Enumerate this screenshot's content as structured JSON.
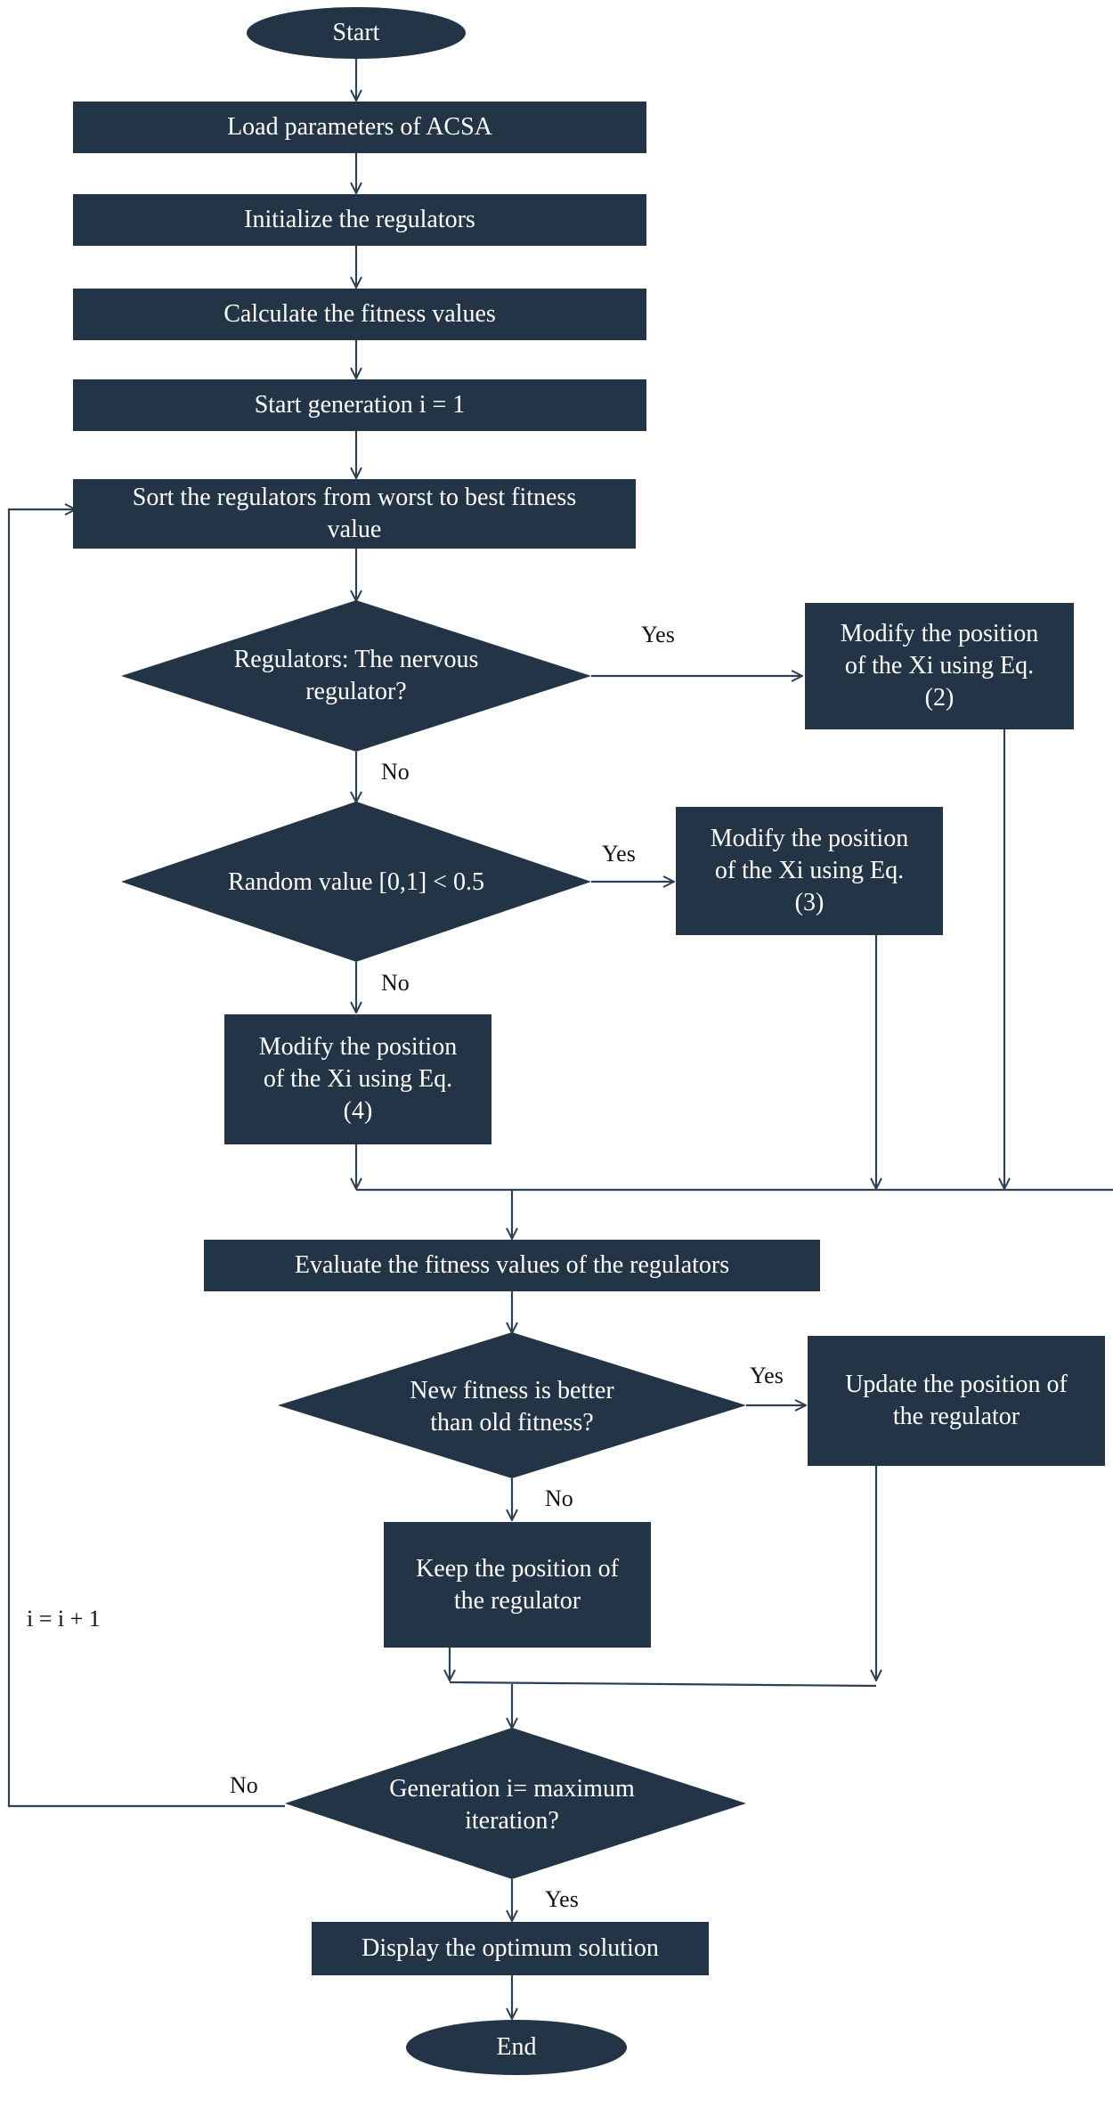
{
  "colors": {
    "node_fill": "#223446",
    "line": "#2e4052",
    "node_text": "#ffffff",
    "label_text": "#111111"
  },
  "nodes": {
    "start": "Start",
    "load_params": "Load parameters of ACSA",
    "init_regulators": "Initialize the regulators",
    "calc_fitness": "Calculate the fitness values",
    "start_generation": "Start generation i = 1",
    "sort_regulators": "Sort the regulators from worst to best fitness\nvalue",
    "nervous_decision": "Regulators: The nervous\nregulator?",
    "modify_eq2": "Modify the position\nof the Xi using Eq.\n(2)",
    "random_decision": "Random value [0,1] < 0.5",
    "modify_eq3": "Modify the position\nof the Xi using Eq.\n(3)",
    "modify_eq4": "Modify the position\nof the Xi using Eq.\n(4)",
    "evaluate_fitness": "Evaluate the fitness values of the regulators",
    "fitness_decision": "New fitness is better\nthan old fitness?",
    "update_position": "Update the position of\nthe regulator",
    "keep_position": "Keep the position of\nthe regulator",
    "max_iter_decision": "Generation i= maximum\niteration?",
    "display_solution": "Display the optimum solution",
    "end": "End"
  },
  "labels": {
    "yes_nervous": "Yes",
    "no_nervous": "No",
    "yes_random": "Yes",
    "no_random": "No",
    "yes_fitness": "Yes",
    "no_fitness": "No",
    "no_max_iter": "No",
    "yes_max_iter": "Yes",
    "increment": "i = i + 1"
  }
}
